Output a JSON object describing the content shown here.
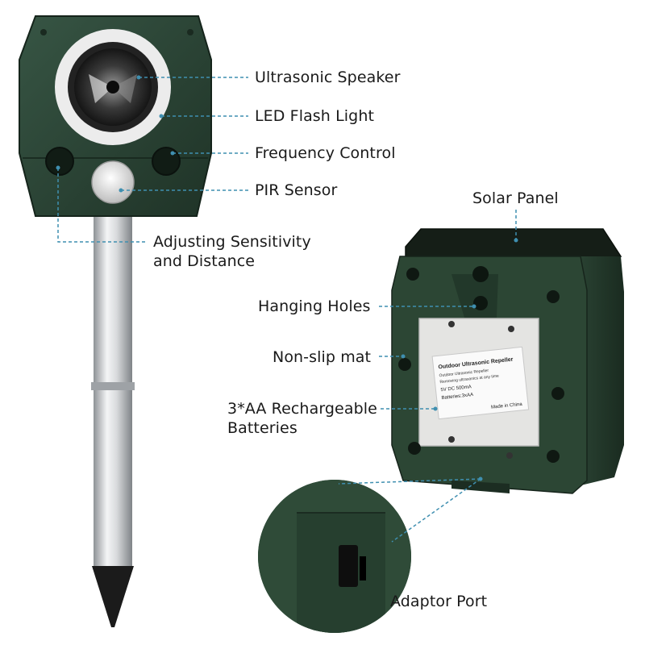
{
  "front_labels": [
    "Ultrasonic Speaker",
    "LED Flash Light",
    "Frequency Control",
    "PIR Sensor"
  ],
  "adjust_label": {
    "line1": "Adjusting Sensitivity",
    "line2": "and Distance"
  },
  "back_labels": {
    "solar_panel": "Solar Panel",
    "hanging_holes": "Hanging Holes",
    "non_slip_mat": "Non-slip mat",
    "batteries_line1": "3*AA Rechargeable",
    "batteries_line2": "Batteries",
    "adaptor_port": "Adaptor Port"
  },
  "sticker": {
    "line1": "Outdoor Ultrasonic Repeller",
    "line2": "Outdoor Ultrasonic Repeller",
    "line3": "Removing ultrasonics at any time",
    "line4": "5V DC 500mA",
    "line5": "Batteries:3xAA",
    "line6": "Made in China"
  },
  "colors": {
    "housing_green": "#2f4a38",
    "housing_dark": "#1f3327",
    "leader_line": "#3f8fb0",
    "ring_light": "#ececec",
    "pole_silver": "#c9cccf",
    "tip_black": "#1b1b1b"
  }
}
